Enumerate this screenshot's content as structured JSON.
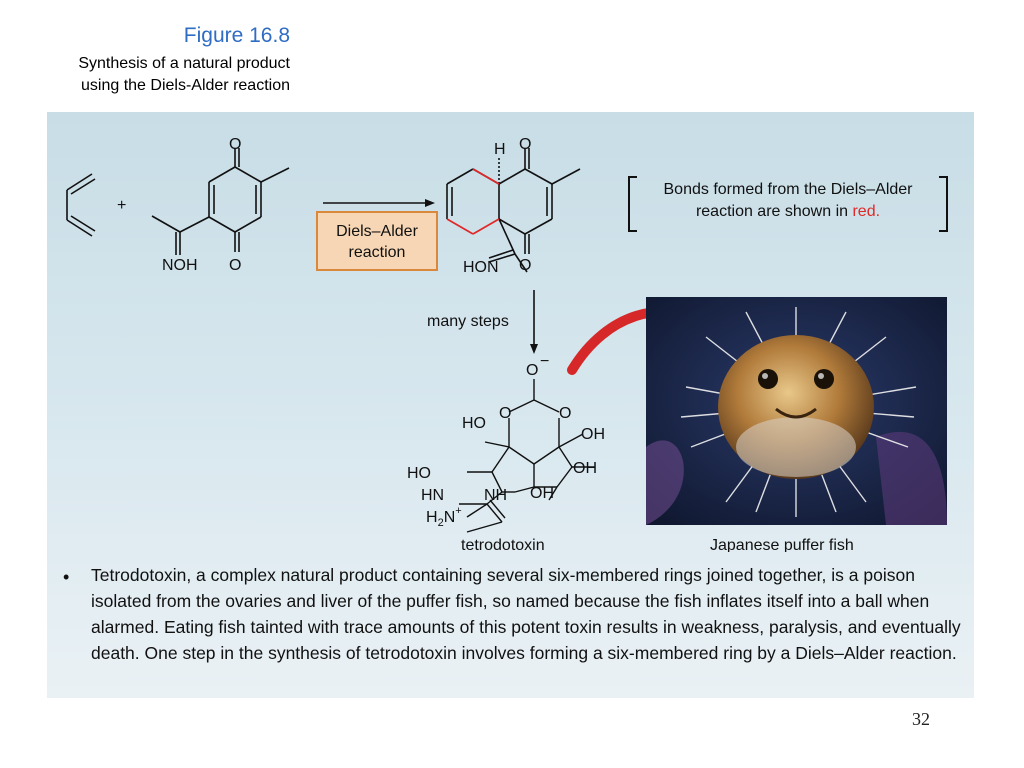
{
  "figure": {
    "number": "Figure 16.8",
    "caption_line1": "Synthesis of a natural product",
    "caption_line2": "using the Diels-Alder reaction"
  },
  "scheme": {
    "plus": "+",
    "reactant_noh": "NOH",
    "reactant_o_top": "O",
    "reactant_o_bottom": "O",
    "reaction_box_line1": "Diels–Alder",
    "reaction_box_line2": "reaction",
    "product_h": "H",
    "product_o_top": "O",
    "product_o_bottom": "O",
    "product_hon": "HON",
    "bonds_note_prefix": "Bonds formed from the Diels–Alder",
    "bonds_note_line2": "reaction are shown in ",
    "bonds_note_red": "red.",
    "many_steps": "many steps"
  },
  "ttx": {
    "o_minus": "O",
    "charge_minus": "−",
    "o_left": "O",
    "o_right": "O",
    "ho_1": "HO",
    "oh_1": "OH",
    "ho_2": "HO",
    "oh_2": "OH",
    "hn": "HN",
    "nh": "NH",
    "oh_3": "OH",
    "h2n_h": "H",
    "h2n_sub": "2",
    "h2n_n": "N",
    "charge_plus": "+",
    "name": "tetrodotoxin"
  },
  "fish": {
    "caption": "Japanese puffer fish"
  },
  "body": {
    "bullet": "•",
    "paragraph": "Tetrodotoxin, a complex natural product containing several six-membered rings joined together, is a poison isolated from the ovaries and liver of the puffer fish, so named because the fish inflates itself into a ball when alarmed. Eating fish tainted with trace amounts of this potent toxin results in weakness, paralysis, and eventually death. One step in the synthesis of tetrodotoxin involves forming a six-membered ring by a Diels–Alder reaction."
  },
  "page_number": "32",
  "colors": {
    "red_bond": "#e02828",
    "title_blue": "#2f6cc3",
    "box_fill": "#f6d6b4",
    "box_border": "#d9883c"
  }
}
